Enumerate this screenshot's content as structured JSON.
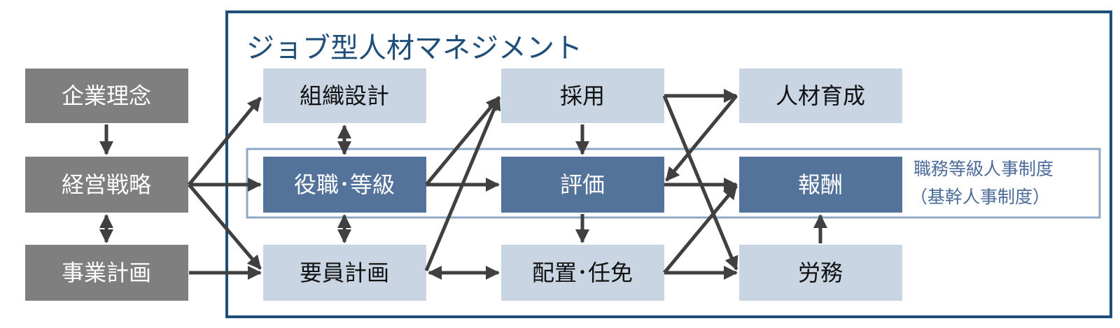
{
  "title": "ジョブ型人材マネジメント",
  "band_label": {
    "line1": "職務等級人事制度",
    "line2": "（基幹人事制度）"
  },
  "outer_boxes": {
    "philosophy": "企業理念",
    "strategy": "経営戦略",
    "business_plan": "事業計画"
  },
  "inner_boxes": {
    "org_design": "組織設計",
    "job_grade": "役職･等級",
    "staffing_plan": "要員計画",
    "recruitment": "採用",
    "evaluation": "評価",
    "placement": "配置･任免",
    "talent_dev": "人材育成",
    "compensation": "報酬",
    "labor": "労務"
  },
  "colors": {
    "frame": "#1f4e79",
    "band_border": "#8ea9c8",
    "dark_box": "#7f7f7f",
    "light_box": "#c9d5e3",
    "highlight_box": "#53739a",
    "arrow": "#404040",
    "title_text": "#1f4e79",
    "band_text": "#4b6c9a"
  }
}
